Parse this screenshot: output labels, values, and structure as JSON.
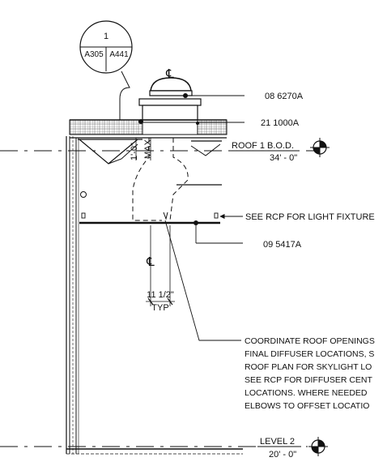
{
  "section_callout": {
    "number": "1",
    "sheet_left": "A305",
    "sheet_right": "A441"
  },
  "keynotes": {
    "skylight": "08 6270A",
    "roof_deck": "21 1000A",
    "ceiling_grid": "09 5417A"
  },
  "roof_level": {
    "name": "ROOF 1 B.O.D.",
    "elevation": "34' - 0\""
  },
  "level_2": {
    "name": "LEVEL 2",
    "elevation": "20' - 0\""
  },
  "max_dimension": {
    "value": "1'-0\"",
    "label": "MAX"
  },
  "spacing_dimension": {
    "value": "11 1/2\"",
    "label": "TYP"
  },
  "light_fixture_note": "SEE RCP FOR LIGHT FIXTURE",
  "coordination_note": [
    "COORDINATE ROOF OPENINGS",
    "FINAL DIFFUSER LOCATIONS, S",
    "ROOF PLAN FOR SKYLIGHT LO",
    "SEE RCP FOR DIFFUSER CENT",
    "LOCATIONS.  WHERE NEEDED",
    "ELBOWS TO OFFSET LOCATIO"
  ],
  "centerline_symbol": "℄"
}
